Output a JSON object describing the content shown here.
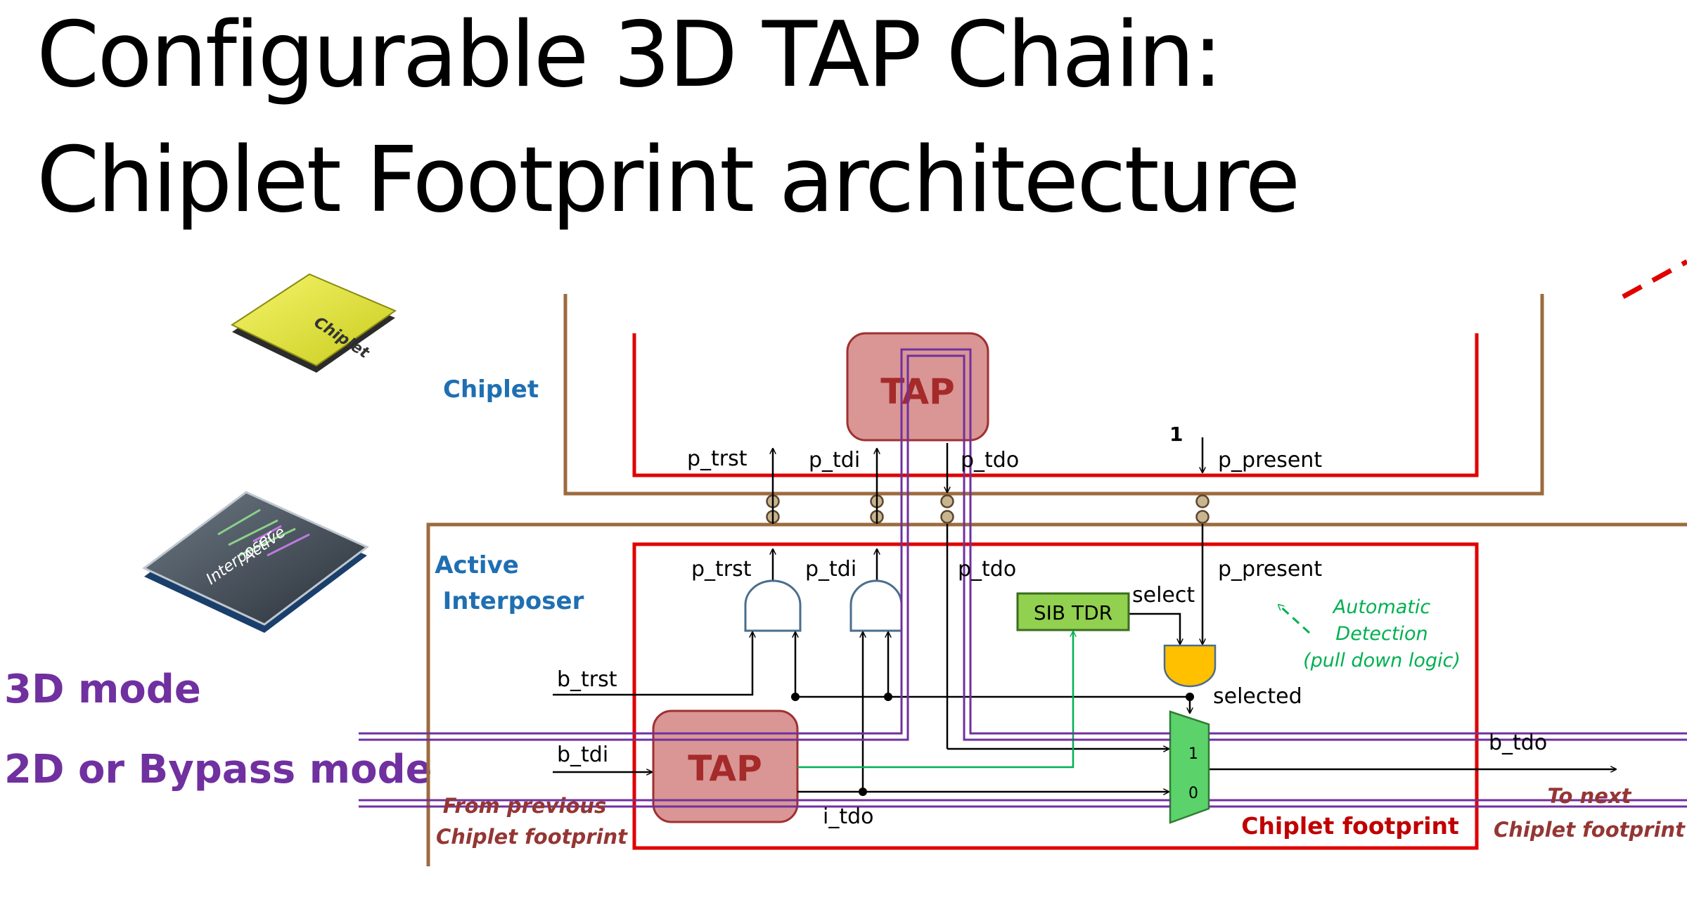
{
  "title": {
    "line1": "Configurable 3D TAP Chain:",
    "line2": "Chiplet Footprint architecture"
  },
  "modes": {
    "mode_3d": "3D mode",
    "mode_2d": "2D or Bypass mode"
  },
  "layers": {
    "chiplet_label": "Chiplet",
    "interposer_label_1": "Active",
    "interposer_label_2": "Interposer",
    "chip_icon_text": "Chiplet",
    "interposer_icon_text_1": "Active",
    "interposer_icon_text_2": "Interposer"
  },
  "blocks": {
    "tap_chiplet": "TAP",
    "tap_interposer": "TAP",
    "sib_tdr": "SIB TDR",
    "mux_in1": "1",
    "mux_in0": "0"
  },
  "signals": {
    "p_trst_top": "p_trst",
    "p_tdi_top": "p_tdi",
    "p_tdo_top": "p_tdo",
    "p_present_top": "p_present",
    "const_one": "1",
    "p_trst_bot": "p_trst",
    "p_tdi_bot": "p_tdi",
    "p_tdo_bot": "p_tdo",
    "p_present_bot": "p_present",
    "select": "select",
    "selected": "selected",
    "b_trst": "b_trst",
    "b_tdi": "b_tdi",
    "b_tdo": "b_tdo",
    "i_tdo": "i_tdo"
  },
  "annotations": {
    "auto_1": "Automatic",
    "auto_2": "Detection",
    "auto_3": "(pull down logic)",
    "from_prev_1": "From previous",
    "from_prev_2": "Chiplet footprint",
    "to_next_1": "To next",
    "to_next_2": "Chiplet footprint",
    "footprint": "Chiplet footprint"
  },
  "colors": {
    "chiplet_blue": "#1F6FB2",
    "footprint_red": "#E00000",
    "brown": "#9C6B3D",
    "purple": "#7030A0",
    "tap_fill": "#D99694",
    "tap_text": "#A52A2A",
    "sib_fill": "#92D050",
    "green_wire": "#00B050",
    "and_gate_fill": "#FFC000",
    "mux_fill": "#5BD26A",
    "annotation_red": "#943634",
    "annotation_green": "#00B050"
  }
}
